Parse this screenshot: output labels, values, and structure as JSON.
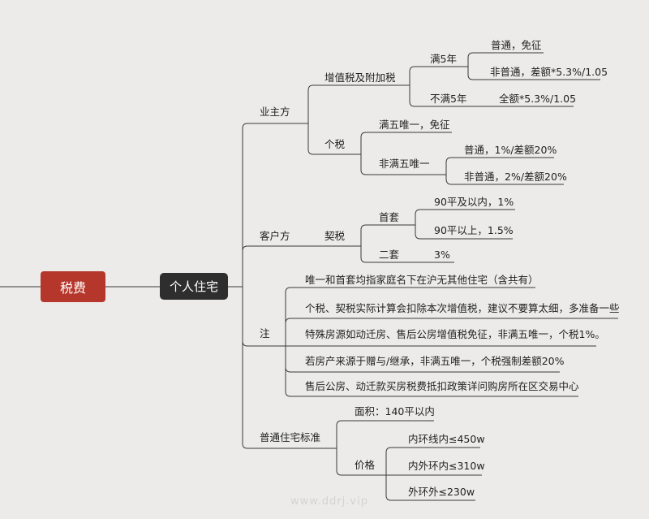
{
  "root": "税费",
  "center": "个人住宅",
  "seller": {
    "label": "业主方",
    "vat": {
      "label": "增值税及附加税",
      "over5": {
        "label": "满5年",
        "ordinary": "普通，免征",
        "non_ordinary": "非普通，差额*5.3%/1.05"
      },
      "under5": {
        "label": "不满5年",
        "value": "全额*5.3%/1.05"
      }
    },
    "income_tax": {
      "label": "个税",
      "only_over5": "满五唯一，免征",
      "not_only_over5": {
        "label": "非满五唯一",
        "ordinary": "普通，1%/差额20%",
        "non_ordinary": "非普通，2%/差额20%"
      }
    }
  },
  "buyer": {
    "label": "客户方",
    "deed_tax": {
      "label": "契税",
      "first": {
        "label": "首套",
        "under90": "90平及以内，1%",
        "over90": "90平以上，1.5%"
      },
      "second": {
        "label": "二套",
        "value": "3%"
      }
    }
  },
  "notes": {
    "label": "注",
    "items": [
      "唯一和首套均指家庭名下在沪无其他住宅（含共有）",
      "个税、契税实际计算会扣除本次增值税，建议不要算太细，多准备一些",
      "特殊房源如动迁房、售后公房增值税免征，非满五唯一，个税1%。",
      "若房产来源于赠与/继承，非满五唯一，个税强制差额20%",
      "售后公房、动迁款买房税费抵扣政策详问购房所在区交易中心"
    ]
  },
  "standard": {
    "label": "普通住宅标准",
    "area": "面积：140平以内",
    "price": {
      "label": "价格",
      "inner": "内环线内≤450w",
      "middle": "内外环内≤310w",
      "outer": "外环外≤230w"
    }
  },
  "watermark": "www.ddrj.vip"
}
